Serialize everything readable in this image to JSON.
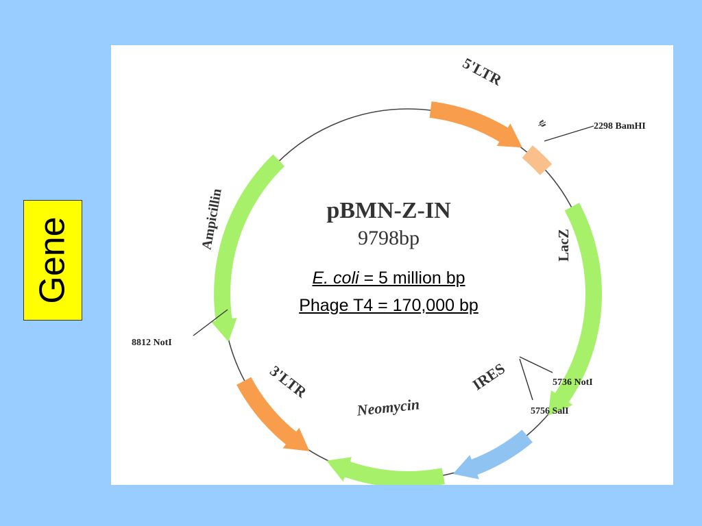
{
  "slide": {
    "side_label": "Gene",
    "colors": {
      "background": "#99ccff",
      "label_fill": "#ffff00",
      "panel": "#ffffff"
    }
  },
  "plasmid": {
    "name": "pBMN-Z-IN",
    "size": "9798bp",
    "features": [
      {
        "id": "ltr5",
        "label": "5'LTR",
        "color": "#f79d4b",
        "start_deg": 7,
        "end_deg": 38,
        "direction": "cw"
      },
      {
        "id": "psi",
        "label": "ψ",
        "color": "#f9c08c",
        "start_deg": 40,
        "end_deg": 48,
        "direction": "none"
      },
      {
        "id": "lacz",
        "label": "LacZ",
        "color": "#a6f06a",
        "start_deg": 62,
        "end_deg": 131,
        "direction": "cw"
      },
      {
        "id": "ires",
        "label": "IRES",
        "color": "#8fc3f1",
        "start_deg": 140,
        "end_deg": 166,
        "direction": "cw"
      },
      {
        "id": "neo",
        "label": "Neomycin",
        "color": "#a6f06a",
        "start_deg": 169,
        "end_deg": 206,
        "direction": "cw"
      },
      {
        "id": "ltr3",
        "label": "3'LTR",
        "color": "#f79d4b",
        "start_deg": 212,
        "end_deg": 242,
        "direction": "ccw"
      },
      {
        "id": "amp",
        "label": "Ampicillin",
        "color": "#a6f06a",
        "start_deg": 255,
        "end_deg": 316,
        "direction": "ccw"
      }
    ],
    "sites": [
      {
        "id": "bamhi",
        "label": "2298 BamHI"
      },
      {
        "id": "noti1",
        "label": "5736 NotI"
      },
      {
        "id": "sali",
        "label": "5756 SalI"
      },
      {
        "id": "noti2",
        "label": "8812 NotI"
      }
    ]
  },
  "genome_sizes": {
    "ecoli_organism": "E. coli",
    "ecoli_value": "= 5 million bp",
    "phage_text": "Phage T4 = 170,000 bp"
  }
}
